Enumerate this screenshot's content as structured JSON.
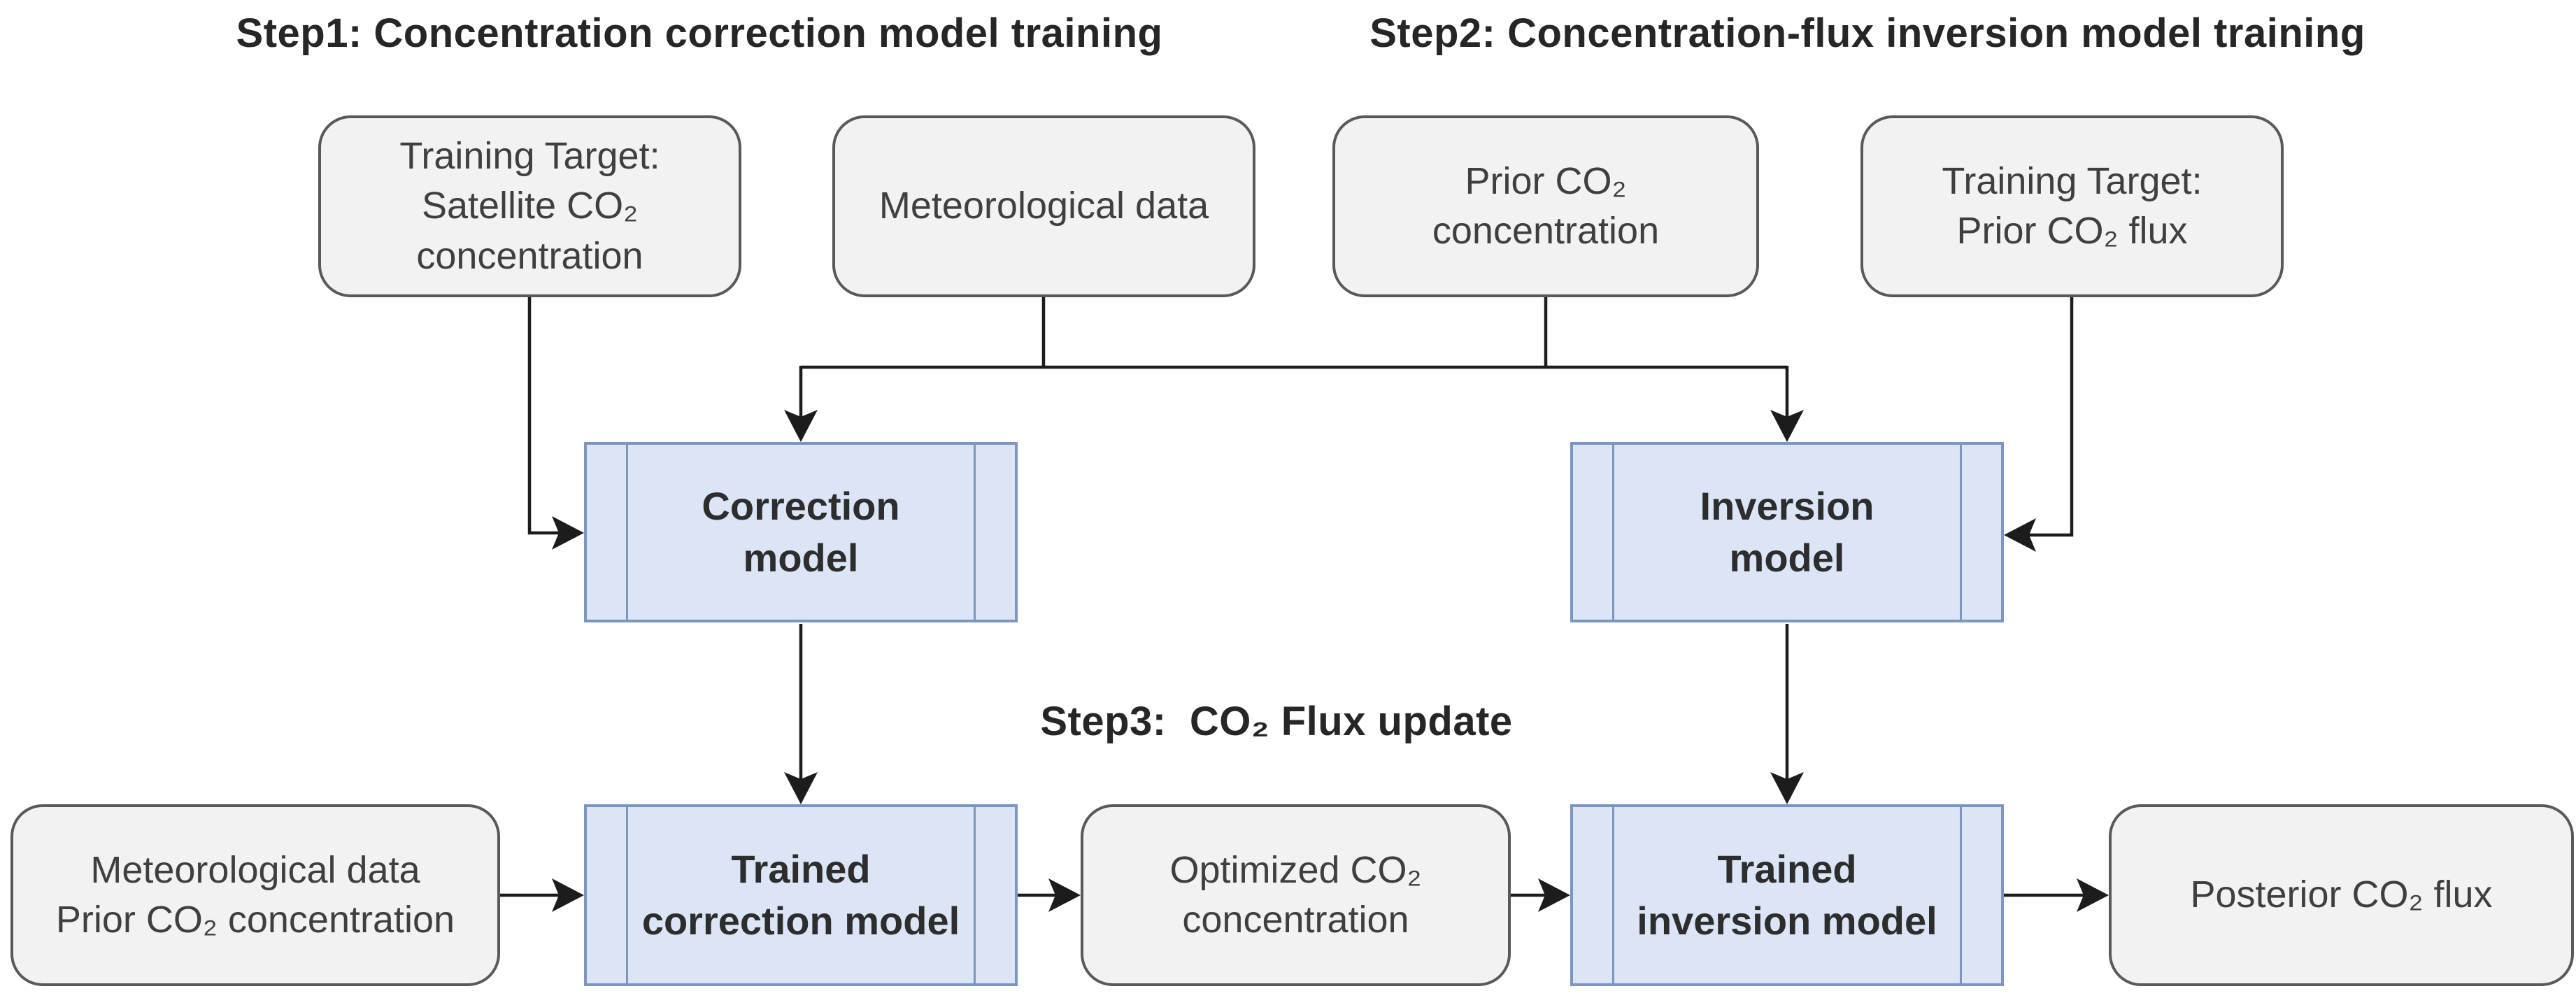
{
  "colors": {
    "canvas-bg": "#ffffff",
    "gray-fill": "#f2f2f2",
    "gray-border": "#595959",
    "blue-fill": "#dbe5f5",
    "blue-border": "#7d95c1",
    "arrow": "#1c1c1c",
    "heading-text": "#262626",
    "gray-text": "#3f3f3f",
    "blue-text": "#2d2d2d"
  },
  "headers": {
    "step1": "Step1: Concentration correction model training",
    "step2": "Step2: Concentration-flux inversion model training",
    "step3": "Step3:  CO₂ Flux update"
  },
  "nodes": {
    "training_target_satellite": "Training Target:\nSatellite CO₂\nconcentration",
    "meteorological_data": "Meteorological data",
    "prior_co2_concentration": "Prior  CO₂\nconcentration",
    "training_target_prior_flux": "Training Target:\nPrior  CO₂ flux",
    "correction_model": "Correction\nmodel",
    "inversion_model": "Inversion\nmodel",
    "met_data_prior_co2": "Meteorological data\nPrior CO₂ concentration",
    "trained_correction_model": "Trained\ncorrection model",
    "optimized_co2": "Optimized CO₂\nconcentration",
    "trained_inversion_model": "Trained\ninversion model",
    "posterior_co2_flux": "Posterior CO₂ flux"
  },
  "edges": [
    {
      "from": "training_target_satellite",
      "to": "correction_model",
      "enters": "left-side"
    },
    {
      "from": "meteorological_data",
      "to": "shared-trunk"
    },
    {
      "from": "prior_co2_concentration",
      "to": "shared-trunk"
    },
    {
      "from": "shared-trunk",
      "to": "correction_model",
      "enters": "top"
    },
    {
      "from": "shared-trunk",
      "to": "inversion_model",
      "enters": "top"
    },
    {
      "from": "training_target_prior_flux",
      "to": "inversion_model",
      "enters": "right-side"
    },
    {
      "from": "correction_model",
      "to": "trained_correction_model",
      "enters": "top"
    },
    {
      "from": "inversion_model",
      "to": "trained_inversion_model",
      "enters": "top"
    },
    {
      "from": "met_data_prior_co2",
      "to": "trained_correction_model",
      "enters": "left-side"
    },
    {
      "from": "trained_correction_model",
      "to": "optimized_co2",
      "enters": "left-side"
    },
    {
      "from": "optimized_co2",
      "to": "trained_inversion_model",
      "enters": "left-side"
    },
    {
      "from": "trained_inversion_model",
      "to": "posterior_co2_flux",
      "enters": "left-side"
    }
  ]
}
